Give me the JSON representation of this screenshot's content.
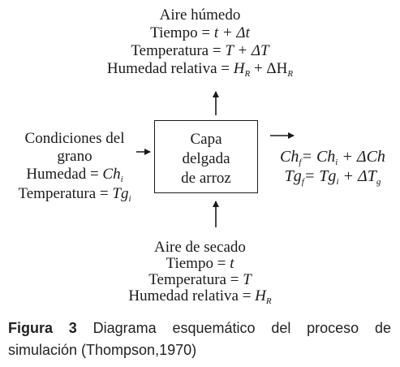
{
  "top": {
    "title": "Aire húmedo",
    "time_label": "Tiempo = ",
    "time_value": "t + Δt",
    "temp_label": "Temperatura = ",
    "temp_value": "T + ΔT",
    "hum_label": "Humedad relativa = ",
    "hum_h1": "H",
    "hum_s1": "R",
    "hum_mid": " + ΔH",
    "hum_s2": "R"
  },
  "left": {
    "line1": "Condiciones del",
    "line2": "grano",
    "hum_label": "Humedad = ",
    "hum_var": "Ch",
    "hum_sub": "i",
    "temp_label": "Temperatura = ",
    "temp_var": "Tg",
    "temp_sub": "i"
  },
  "box": {
    "line1": "Capa",
    "line2": "delgada",
    "line3": "de arroz"
  },
  "right": {
    "eq1_a": "Ch",
    "eq1_a_sub": "f",
    "eq1_b": "= Ch",
    "eq1_b_sub": "i",
    "eq1_c": " + ΔCh",
    "eq2_a": "Tg",
    "eq2_a_sub": "f",
    "eq2_b": "= Tg",
    "eq2_b_sub": "i",
    "eq2_c": " + ΔT",
    "eq2_c_sub": "g"
  },
  "bottom": {
    "title": "Aire de secado",
    "time_label": "Tiempo = ",
    "time_value": "t",
    "temp_label": "Temperatura = ",
    "temp_value": "T",
    "hum_label": "Humedad relativa = ",
    "hum_h": "H",
    "hum_s": "R"
  },
  "caption": {
    "label": "Figura 3",
    "text": " Diagrama esquemático del proceso de simulación (Thompson,1970)"
  }
}
